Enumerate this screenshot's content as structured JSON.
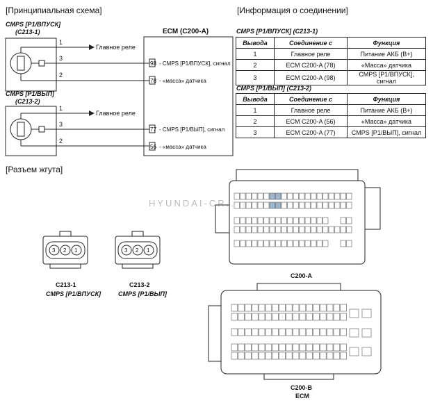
{
  "headers": {
    "schematic": "[Принципиальная схема]",
    "connection_info": "[Информация о соединении]",
    "harness": "[Разъем жгута]"
  },
  "watermark": "HYUNDAI-CR..",
  "schematic": {
    "sensor1_title_line1": "CMPS [P1/ВПУСК]",
    "sensor1_title_line2": "(C213-1)",
    "sensor2_title_line1": "CMPS [P1/ВЫП]",
    "sensor2_title_line2": "(C213-2)",
    "ecm_title": "ECM (C200-A)",
    "pin1": "1",
    "pin2": "2",
    "pin3": "3",
    "main_relay": "Главное реле",
    "s1_sig_num": "98",
    "s1_sig_label": "- CMPS [P1/ВПУСК], сигнал",
    "s1_gnd_num": "78",
    "s1_gnd_label": "- «масса» датчика",
    "s2_sig_num": "77",
    "s2_sig_label": "- CMPS [P1/ВЫП], сигнал",
    "s2_gnd_num": "56",
    "s2_gnd_label": "- «масса» датчика"
  },
  "tables": [
    {
      "caption": "CMPS [P1/ВПУСК] (C213-1)",
      "columns": [
        "Вывода",
        "Соединение с",
        "Функция"
      ],
      "rows": [
        [
          "1",
          "Главное реле",
          "Питание АКБ (B+)"
        ],
        [
          "2",
          "ECM C200-A (78)",
          "«Масса» датчика"
        ],
        [
          "3",
          "ECM C200-A (98)",
          "CMPS [P1/ВПУСК], сигнал"
        ]
      ]
    },
    {
      "caption": "CMPS [P1/ВЫП] (C213-2)",
      "columns": [
        "Вывода",
        "Соединение с",
        "Функция"
      ],
      "rows": [
        [
          "1",
          "Главное реле",
          "Питание АКБ (B+)"
        ],
        [
          "2",
          "ECM C200-A (56)",
          "«Масса» датчика"
        ],
        [
          "3",
          "ECM C200-A (77)",
          "CMPS [P1/ВЫП], сигнал"
        ]
      ]
    }
  ],
  "connectors": {
    "c213_1_name": "C213-1",
    "c213_1_label": "CMPS [P1/ВПУСК]",
    "c213_2_name": "C213-2",
    "c213_2_label": "CMPS [P1/ВЫП]",
    "c200a_label": "C200-A",
    "c200b_label": "C200-B",
    "c200b_sub": "ECM",
    "pins_small": [
      "3",
      "2",
      "1"
    ]
  }
}
